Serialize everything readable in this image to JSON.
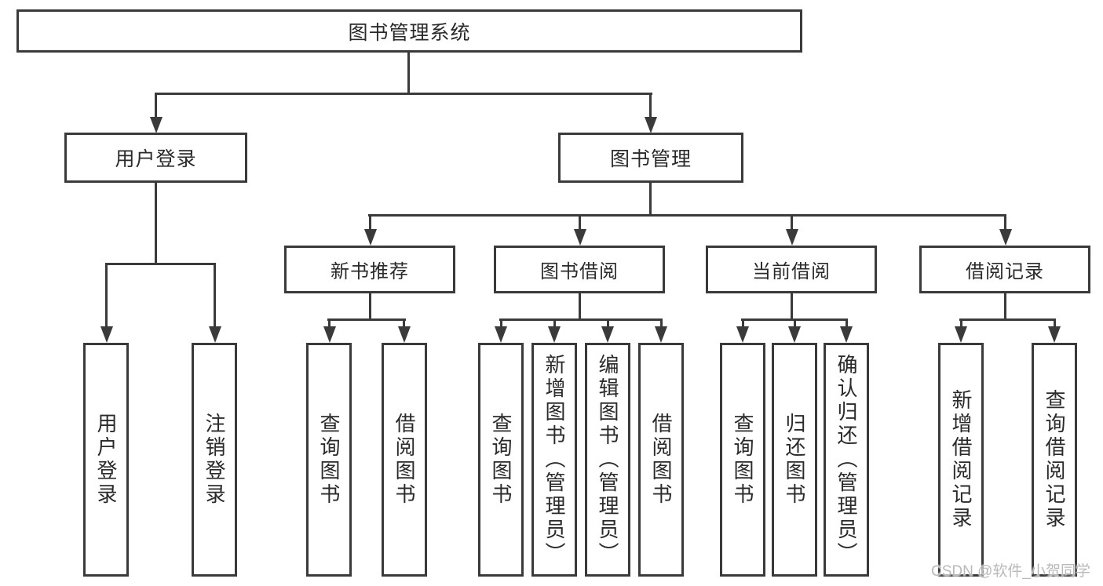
{
  "diagram": {
    "title": "图书管理系统",
    "level2": {
      "user_login": "用户登录",
      "book_management": "图书管理"
    },
    "level3": {
      "new_book_recommend": "新书推荐",
      "book_borrow": "图书借阅",
      "current_borrow": "当前借阅",
      "borrow_records": "借阅记录"
    },
    "leaves": {
      "user_login": "用户登录",
      "logout": "注销登录",
      "newbook_query": "查询图书",
      "newbook_borrow": "借阅图书",
      "borrow_query": "查询图书",
      "borrow_add_admin": "新增图书（管理员）",
      "borrow_edit_admin": "编辑图书（管理员）",
      "borrow_borrow": "借阅图书",
      "current_query": "查询图书",
      "current_return": "归还图书",
      "current_confirm_admin": "确认归还（管理员）",
      "records_add": "新增借阅记录",
      "records_query": "查询借阅记录"
    }
  },
  "watermark": "CSDN @软件_小贺同学",
  "colors": {
    "line": "#3a3a3a",
    "text": "#2a2a2a",
    "background": "#ffffff",
    "watermark": "#b9b9b9"
  }
}
